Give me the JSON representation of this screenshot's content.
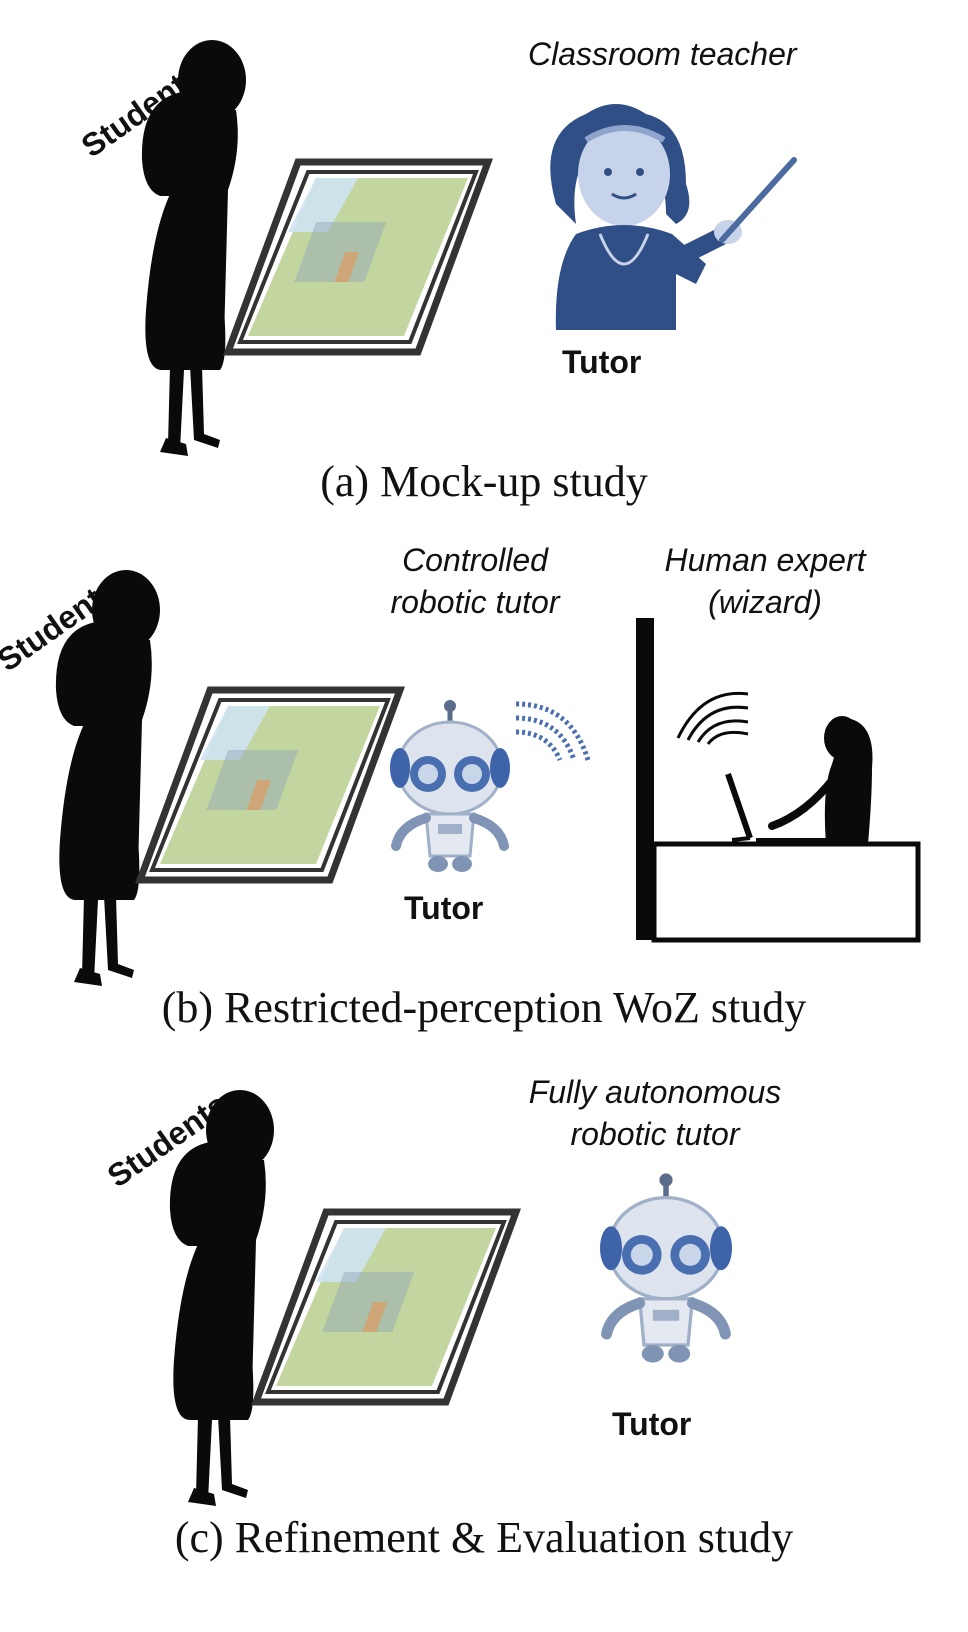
{
  "panel_a": {
    "students_label": "Students",
    "teacher_label": "Classroom teacher",
    "tutor_label": "Tutor",
    "caption": "(a) Mock-up study"
  },
  "panel_b": {
    "students_label": "Students",
    "robot_label_line1": "Controlled",
    "robot_label_line2": "robotic tutor",
    "wizard_label_line1": "Human expert",
    "wizard_label_line2": "(wizard)",
    "tutor_label": "Tutor",
    "caption": "(b) Restricted-perception WoZ study"
  },
  "panel_c": {
    "students_label": "Students",
    "robot_label_line1": "Fully autonomous",
    "robot_label_line2": "robotic tutor",
    "tutor_label": "Tutor",
    "caption": "(c) Refinement & Evaluation study"
  },
  "colors": {
    "silhouette": "#0a0a0a",
    "teacher_blue": "#2f4f86",
    "robot_blue": "#4a6fb0",
    "screen_green": "#b9cf8f"
  }
}
